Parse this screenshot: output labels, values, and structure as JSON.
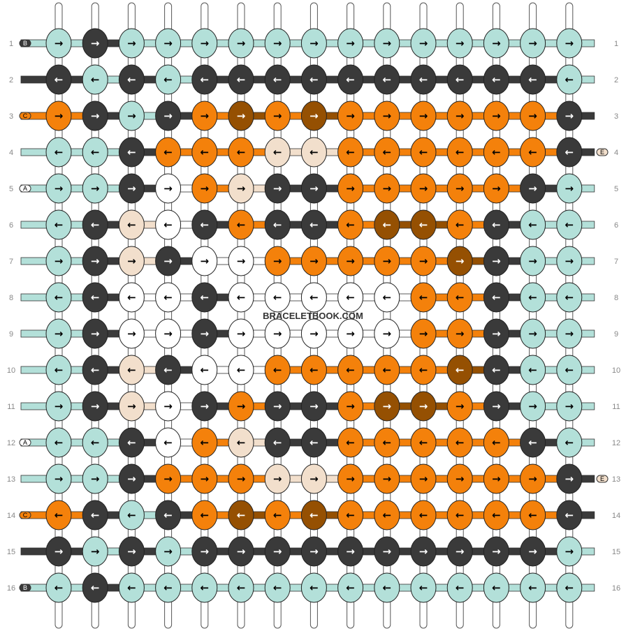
{
  "site": {
    "watermark": "BRACELETBOOK.COM"
  },
  "colors": {
    "A": "#ffffff",
    "B": "#3a3a3a",
    "C": "#f4810b",
    "D": "#b3e0d9",
    "E": "#f2dfcc",
    "F": "#955002"
  },
  "strings": {
    "left": [
      {
        "row": 1,
        "label": "B",
        "color": "B"
      },
      {
        "row": 3,
        "label": "C",
        "color": "C"
      },
      {
        "row": 5,
        "label": "A",
        "color": "A"
      },
      {
        "row": 12,
        "label": "A",
        "color": "A"
      },
      {
        "row": 14,
        "label": "C",
        "color": "C"
      },
      {
        "row": 16,
        "label": "B",
        "color": "B"
      }
    ],
    "right": [
      {
        "row": 4,
        "label": "E",
        "color": "E"
      },
      {
        "row": 13,
        "label": "E",
        "color": "E"
      }
    ]
  },
  "row_labels": [
    "1",
    "2",
    "3",
    "4",
    "5",
    "6",
    "7",
    "8",
    "9",
    "10",
    "11",
    "12",
    "13",
    "14",
    "15",
    "16"
  ],
  "pattern": {
    "rows": [
      "DBDDDDDDDDDDDDD",
      "BDBDBBBBBBBBBBD",
      "CBDBCFCFCCCCCCB",
      "DDBCCCEECCCCCCB",
      "DDBACEBBCCCCCBD",
      "DBEABCBBCFFCBDD",
      "DBEBAACCCCCFBDD",
      "DBAABAAAAACCBDD",
      "DBAABAAAAACCBDD",
      "DBEBAACCCCCFBDD",
      "DBEABCBBCFFCBDD",
      "DDBACEBBCCCCCBD",
      "DDBCCCEECCCCCCB",
      "CBDBCFCFCCCCCCB",
      "BDBDBBBBBBBBBBD",
      "DBDDDDDDDDDDDDD"
    ],
    "dirs": [
      "RRRRRRRRRRRRRRR",
      "LLLLLLLLLLLLLLL",
      "RRRRRRRRRRRRRRR",
      "LLLLLLLLLLLLLLL",
      "RRRRRRRRRRRRRRR",
      "LLLLLLLLLLLLLLL",
      "RRRRRRRRRRRRRRR",
      "LLLLLLLLLLLLLLL",
      "RRRRRRRRRRRRRRR",
      "LLLLLLLLLLLLLLL",
      "RRRRRRRRRRRRRRR",
      "LLLLLLLLLLLLLLL",
      "RRRRRRRRRRRRRRR",
      "LLLLLLLLLLLLLLL",
      "RRRRRRRRRRRRRRR",
      "LLLLLLLLLLLLLLL"
    ]
  },
  "icons": {
    "right": "arrow-right-icon",
    "left": "arrow-left-icon"
  }
}
